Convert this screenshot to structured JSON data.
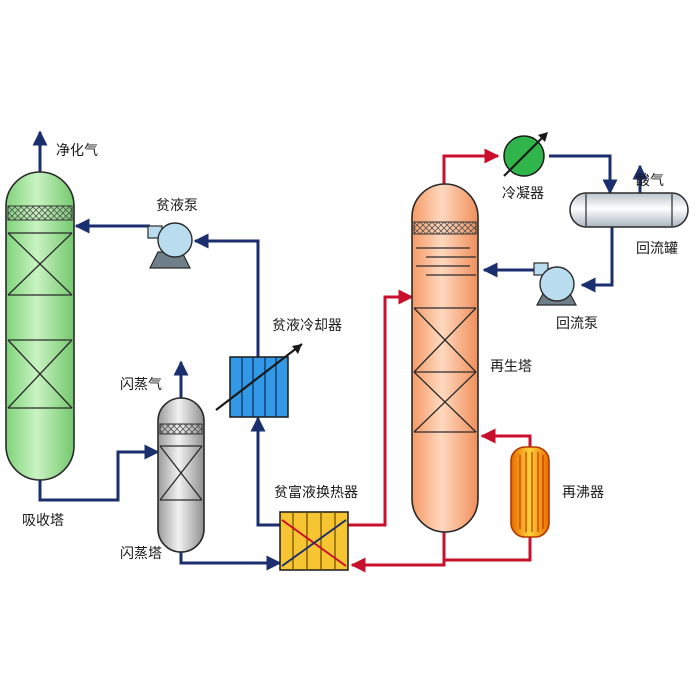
{
  "labels": {
    "purified_gas": "净化气",
    "lean_pump": "贫液泵",
    "lean_cooler": "贫液冷却器",
    "flash_gas": "闪蒸气",
    "absorber": "吸收塔",
    "flash_tower": "闪蒸塔",
    "heat_exchanger": "贫富液换热器",
    "condenser": "冷凝器",
    "acid_gas": "酸气",
    "reflux_drum": "回流罐",
    "reflux_pump": "回流泵",
    "regenerator": "再生塔",
    "reboiler": "再沸器"
  },
  "colors": {
    "lean_line": "#1b2e6e",
    "rich_line": "#c8102e",
    "absorber_fill": "#a8e6a0",
    "flash_fill": "#d4d4d4",
    "regenerator_fill": "#fbb98f",
    "cooler_fill": "#3399e6",
    "exchanger_fill": "#f7c531",
    "reboiler_fill": "#f28a1a",
    "condenser_fill": "#2fb54a",
    "pump_fill": "#b9dcef",
    "drum_fill": "#eef2f5"
  }
}
